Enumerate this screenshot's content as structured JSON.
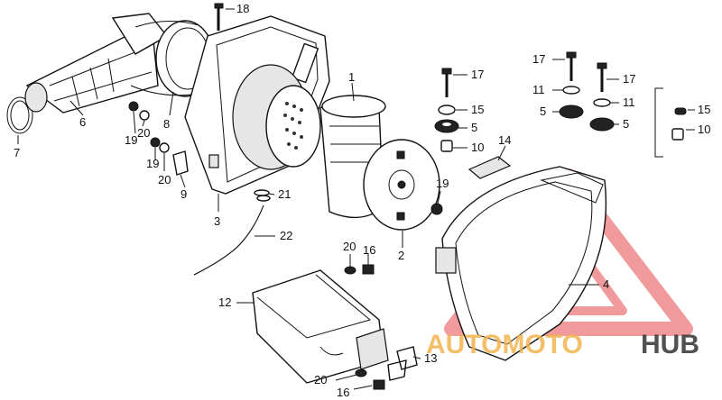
{
  "callouts": [
    {
      "id": "c18",
      "text": "18"
    },
    {
      "id": "c1",
      "text": "1"
    },
    {
      "id": "c6",
      "text": "6"
    },
    {
      "id": "c7",
      "text": "7"
    },
    {
      "id": "c8",
      "text": "8"
    },
    {
      "id": "c19a",
      "text": "19"
    },
    {
      "id": "c20a",
      "text": "20"
    },
    {
      "id": "c19b",
      "text": "19"
    },
    {
      "id": "c20b",
      "text": "20"
    },
    {
      "id": "c9",
      "text": "9"
    },
    {
      "id": "c3",
      "text": "3"
    },
    {
      "id": "c21",
      "text": "21"
    },
    {
      "id": "c22",
      "text": "22"
    },
    {
      "id": "c2",
      "text": "2"
    },
    {
      "id": "c19c",
      "text": "19"
    },
    {
      "id": "c17a",
      "text": "17"
    },
    {
      "id": "c15a",
      "text": "15"
    },
    {
      "id": "c5a",
      "text": "5"
    },
    {
      "id": "c10a",
      "text": "10"
    },
    {
      "id": "c14",
      "text": "14"
    },
    {
      "id": "c17b",
      "text": "17"
    },
    {
      "id": "c17c",
      "text": "17"
    },
    {
      "id": "c11a",
      "text": "11"
    },
    {
      "id": "c11b",
      "text": "11"
    },
    {
      "id": "c5b",
      "text": "5"
    },
    {
      "id": "c5c",
      "text": "5"
    },
    {
      "id": "c15b",
      "text": "15"
    },
    {
      "id": "c10b",
      "text": "10"
    },
    {
      "id": "c4",
      "text": "4"
    },
    {
      "id": "c20c",
      "text": "20"
    },
    {
      "id": "c16a",
      "text": "16"
    },
    {
      "id": "c12",
      "text": "12"
    },
    {
      "id": "c13",
      "text": "13"
    },
    {
      "id": "c20d",
      "text": "20"
    },
    {
      "id": "c16b",
      "text": "16"
    }
  ],
  "watermark": {
    "part1": "AUTOMOTO",
    "part2": "HUB",
    "color_primary": "#e5484d",
    "color_secondary": "#f2b450",
    "color_dark": "#333333"
  }
}
